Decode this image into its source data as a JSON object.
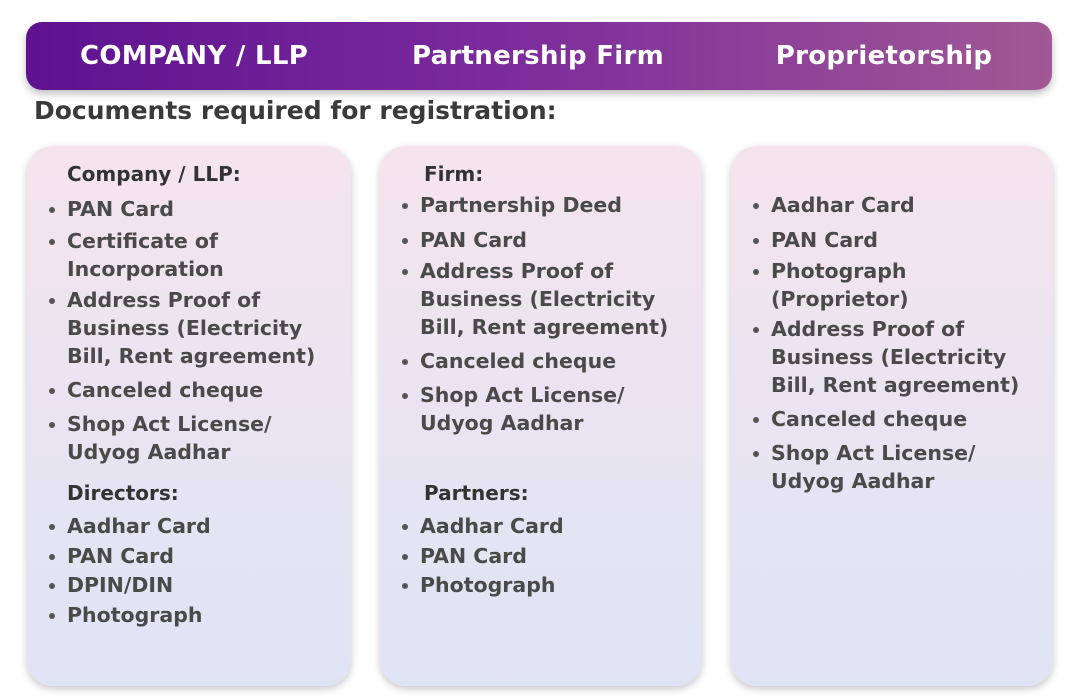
{
  "tabs": [
    {
      "label": "COMPANY / LLP"
    },
    {
      "label": "Partnership Firm"
    },
    {
      "label": "Proprietorship"
    }
  ],
  "heading": "Documents required for registration:",
  "cards": [
    {
      "sections": [
        {
          "title": "Company / LLP:",
          "items": [
            "PAN Card",
            "Certificate of Incorporation",
            "Address Proof of Business (Electricity Bill, Rent agreement)",
            "Canceled cheque",
            "Shop Act License/ Udyog Aadhar"
          ]
        },
        {
          "title": "Directors:",
          "items": [
            "Aadhar Card",
            "PAN Card",
            "DPIN/DIN",
            "Photograph"
          ]
        }
      ]
    },
    {
      "sections": [
        {
          "title": "Firm:",
          "items": [
            "Partnership Deed",
            "PAN Card",
            "Address Proof of Business (Electricity Bill, Rent agreement)",
            "Canceled cheque",
            "Shop Act License/ Udyog Aadhar"
          ]
        },
        {
          "title": "Partners:",
          "items": [
            "Aadhar Card",
            "PAN Card",
            "Photograph"
          ]
        }
      ]
    },
    {
      "sections": [
        {
          "title": "",
          "items": [
            "Aadhar Card",
            "PAN Card",
            "Photograph (Proprietor)",
            "Address Proof of Business (Electricity Bill, Rent agreement)",
            "Canceled cheque",
            "Shop Act License/ Udyog Aadhar"
          ]
        }
      ]
    }
  ]
}
